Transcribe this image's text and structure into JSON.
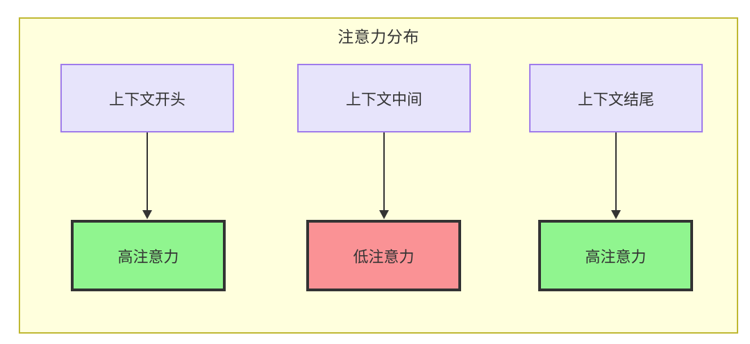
{
  "diagram": {
    "title": "注意力分布",
    "background_color": "#ffffdd",
    "border_color": "#bfb832",
    "nodes": {
      "top": [
        {
          "id": "context-start",
          "label": "上下文开头",
          "fill": "#e7e4fb",
          "stroke": "#9f7beb"
        },
        {
          "id": "context-middle",
          "label": "上下文中间",
          "fill": "#e7e4fb",
          "stroke": "#9f7beb"
        },
        {
          "id": "context-end",
          "label": "上下文结尾",
          "fill": "#e7e4fb",
          "stroke": "#9f7beb"
        }
      ],
      "bottom": [
        {
          "id": "high-attention-start",
          "label": "高注意力",
          "fill": "#90f58f",
          "stroke": "#333333"
        },
        {
          "id": "low-attention-middle",
          "label": "低注意力",
          "fill": "#fa9295",
          "stroke": "#333333"
        },
        {
          "id": "high-attention-end",
          "label": "高注意力",
          "fill": "#90f58f",
          "stroke": "#333333"
        }
      ]
    },
    "edges": [
      {
        "from": "context-start",
        "to": "high-attention-start",
        "label": ""
      },
      {
        "from": "context-middle",
        "to": "low-attention-middle",
        "label": ""
      },
      {
        "from": "context-end",
        "to": "high-attention-end",
        "label": ""
      }
    ]
  }
}
